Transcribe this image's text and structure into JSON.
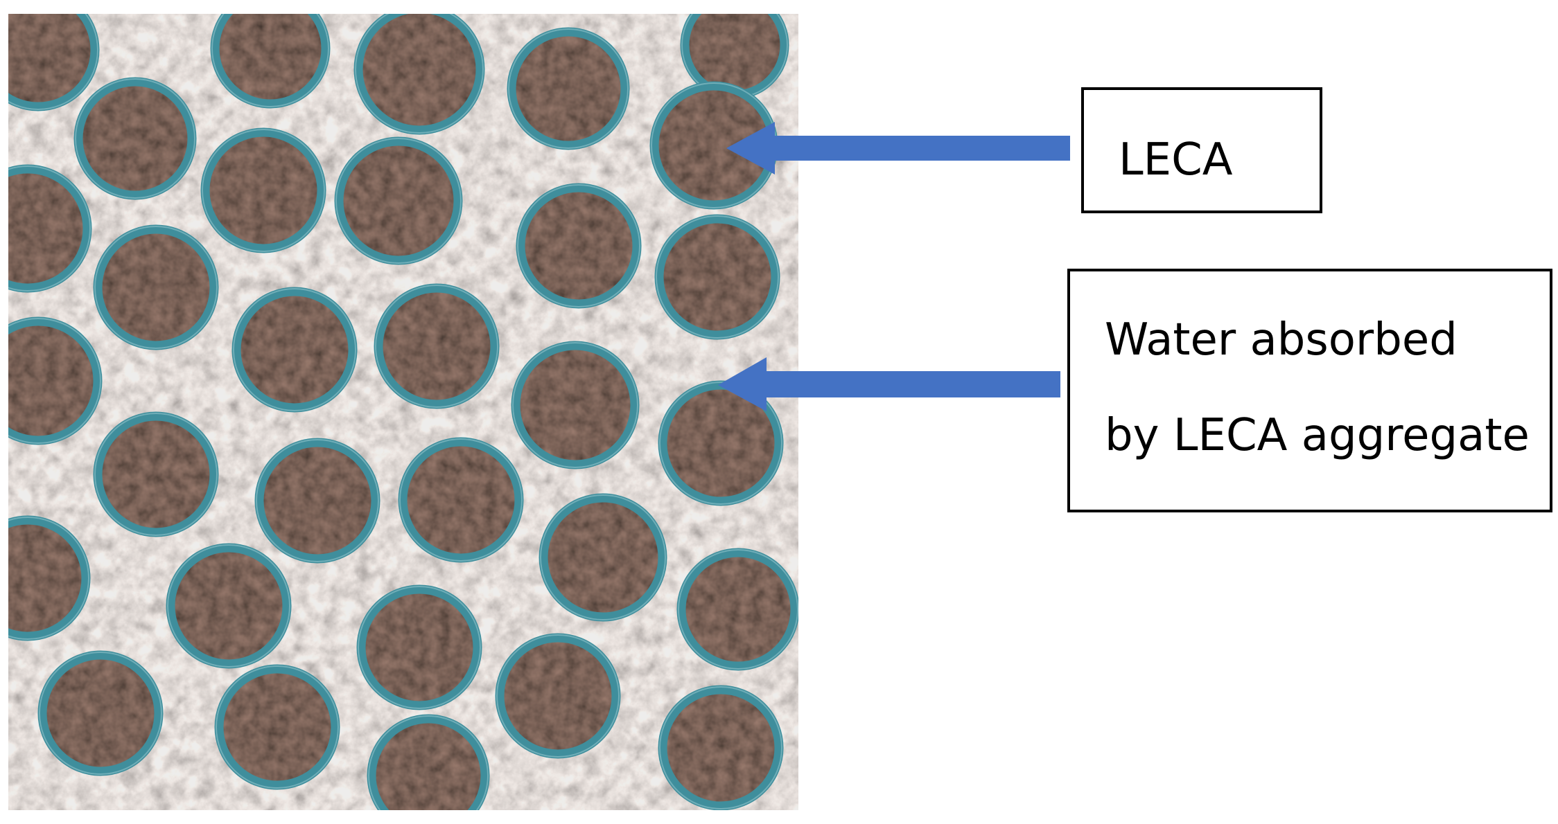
{
  "labels": {
    "leca": "LECA",
    "water_line1": "Water absorbed",
    "water_line2": "by LECA aggregate"
  },
  "colors": {
    "matrix": "#8f8783",
    "particle_core": "#3a2420",
    "water_ring": "#3f8e9c",
    "arrow": "#4472c4",
    "box_border": "#000000"
  },
  "icons": {
    "arrow_leca": "arrow-left-icon",
    "arrow_water": "arrow-left-icon"
  }
}
